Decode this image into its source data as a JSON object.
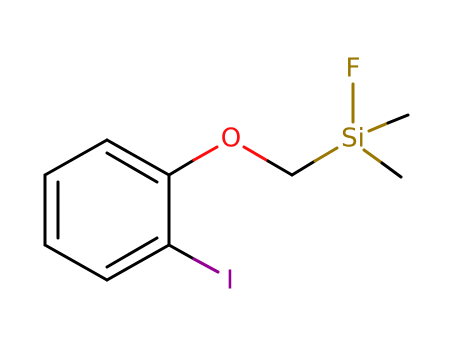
{
  "molecule": {
    "atoms": {
      "oxygen": {
        "label": "O",
        "color": "#ff0d0d"
      },
      "iodine": {
        "label": "I",
        "color": "#940094"
      },
      "silicon": {
        "label": "Si",
        "color": "#997700"
      },
      "fluorine": {
        "label": "F",
        "color": "#997700"
      }
    },
    "bond_color": "#000000"
  }
}
